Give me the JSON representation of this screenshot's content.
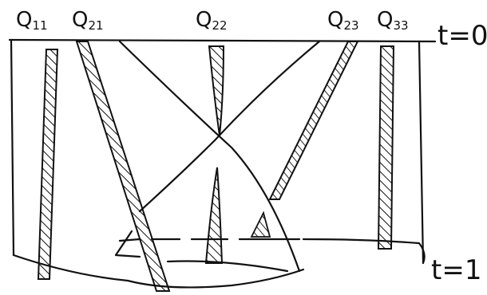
{
  "labels": {
    "q11": {
      "base": "Q",
      "sub": "11"
    },
    "q21": {
      "base": "Q",
      "sub": "21"
    },
    "q22": {
      "base": "Q",
      "sub": "22"
    },
    "q23": {
      "base": "Q",
      "sub": "23"
    },
    "q33": {
      "base": "Q",
      "sub": "33"
    }
  },
  "time_labels": {
    "top": "t=0",
    "bottom": "t=1"
  },
  "colors": {
    "ink": "#111111",
    "paper": "#ffffff"
  }
}
